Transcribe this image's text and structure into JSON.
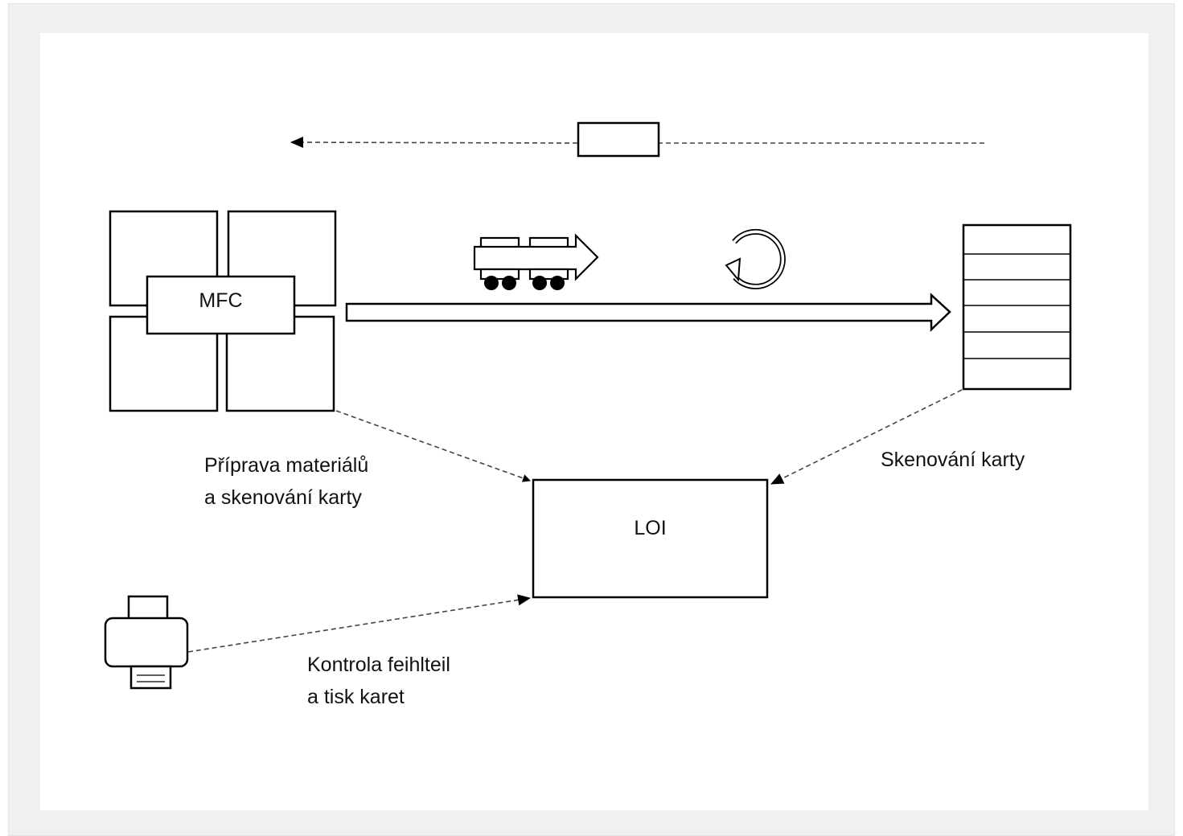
{
  "nodes": {
    "mfc": "MFC",
    "loi": "LOI"
  },
  "labels": {
    "material_prep": [
      "Příprava materiálů",
      "a skenování karty"
    ],
    "card_scan": "Skenování karty",
    "fault_check": [
      "Kontrola feihlteil",
      "a tisk karet"
    ]
  },
  "icons": {
    "train": "train-icon",
    "cycle": "cycle-arrow-icon",
    "shelf": "shelf-rack-icon",
    "printer": "printer-icon"
  },
  "colors": {
    "stroke": "#000000",
    "dashed": "#444444",
    "background": "#f0f0f0"
  }
}
